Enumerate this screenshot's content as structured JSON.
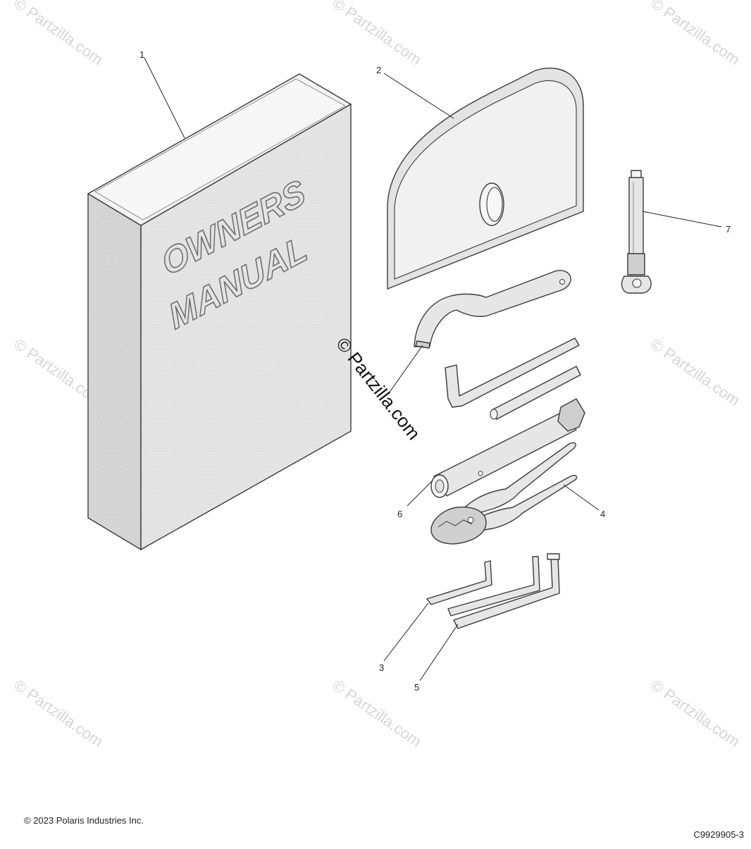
{
  "diagram": {
    "cover_text_line1": "OWNERS",
    "cover_text_line2": "MANUAL",
    "watermark_text": "© Partzilla.com",
    "center_watermark_text": "© Partzilla.com",
    "callouts": {
      "c1": "1",
      "c2": "2",
      "c3": "3",
      "c4": "4",
      "c5": "5",
      "c6": "6",
      "c7": "7"
    }
  },
  "footer": {
    "copyright": "© 2023 Polaris Industries Inc.",
    "drawing_number": "C9929905-3"
  },
  "colors": {
    "line": "#3a3a3a",
    "fill": "#e6e6e6",
    "watermark": "#d6d6d6"
  }
}
